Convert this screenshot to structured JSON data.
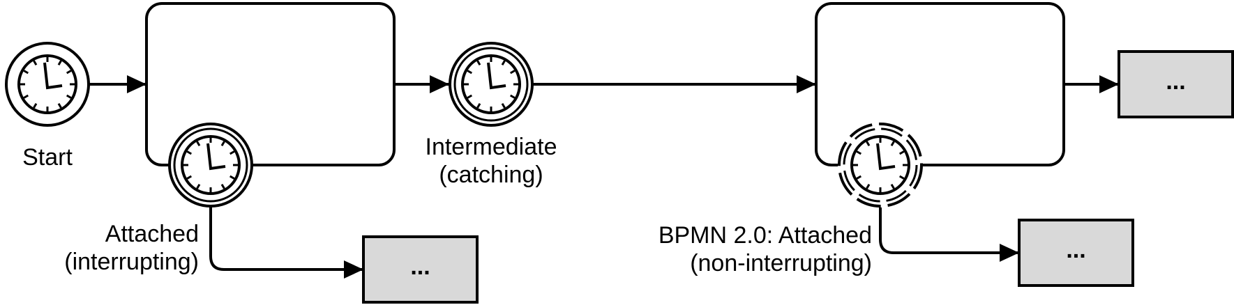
{
  "labels": {
    "start": "Start",
    "intermediate": [
      "Intermediate",
      "(catching)"
    ],
    "attached_interrupting": [
      "Attached",
      "(interrupting)"
    ],
    "attached_non_interrupting": [
      "BPMN 2.0: Attached",
      "(non-interrupting)"
    ]
  },
  "boxes": {
    "box1": "...",
    "box2": "...",
    "box3": "..."
  },
  "colors": {
    "stroke": "#000000",
    "box_fill": "#d9d9d9",
    "background": "#ffffff"
  }
}
